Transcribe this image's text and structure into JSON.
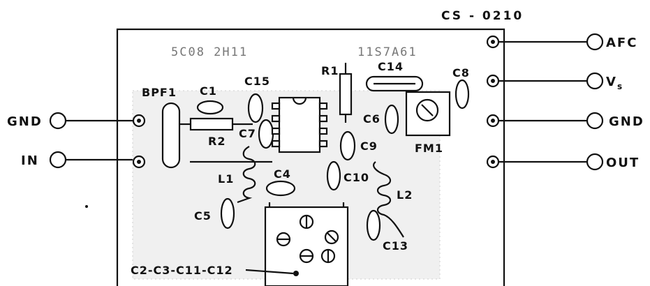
{
  "diagram": {
    "part_number": "CS - 0210",
    "board_marks": [
      "5C08 2H11",
      "11S7A61"
    ],
    "terminals_left": [
      {
        "id": "gnd_left",
        "label": "GND"
      },
      {
        "id": "in",
        "label": "IN"
      }
    ],
    "terminals_right": [
      {
        "id": "afc",
        "label": "AFC"
      },
      {
        "id": "vs",
        "label": "V",
        "subscript": "s"
      },
      {
        "id": "gnd_right",
        "label": "GND"
      },
      {
        "id": "out",
        "label": "OUT"
      }
    ],
    "components": {
      "bpf1": "BPF1",
      "c1": "C1",
      "c15": "C15",
      "r2": "R2",
      "c7": "C7",
      "l1": "L1",
      "c5": "C5",
      "c4": "C4",
      "r1": "R1",
      "c14": "C14",
      "c8": "C8",
      "c6": "C6",
      "fm1": "FM1",
      "c9": "C9",
      "c10": "C10",
      "l2": "L2",
      "c13": "C13",
      "trimmer_group": "C2-C3-C11-C12"
    }
  }
}
